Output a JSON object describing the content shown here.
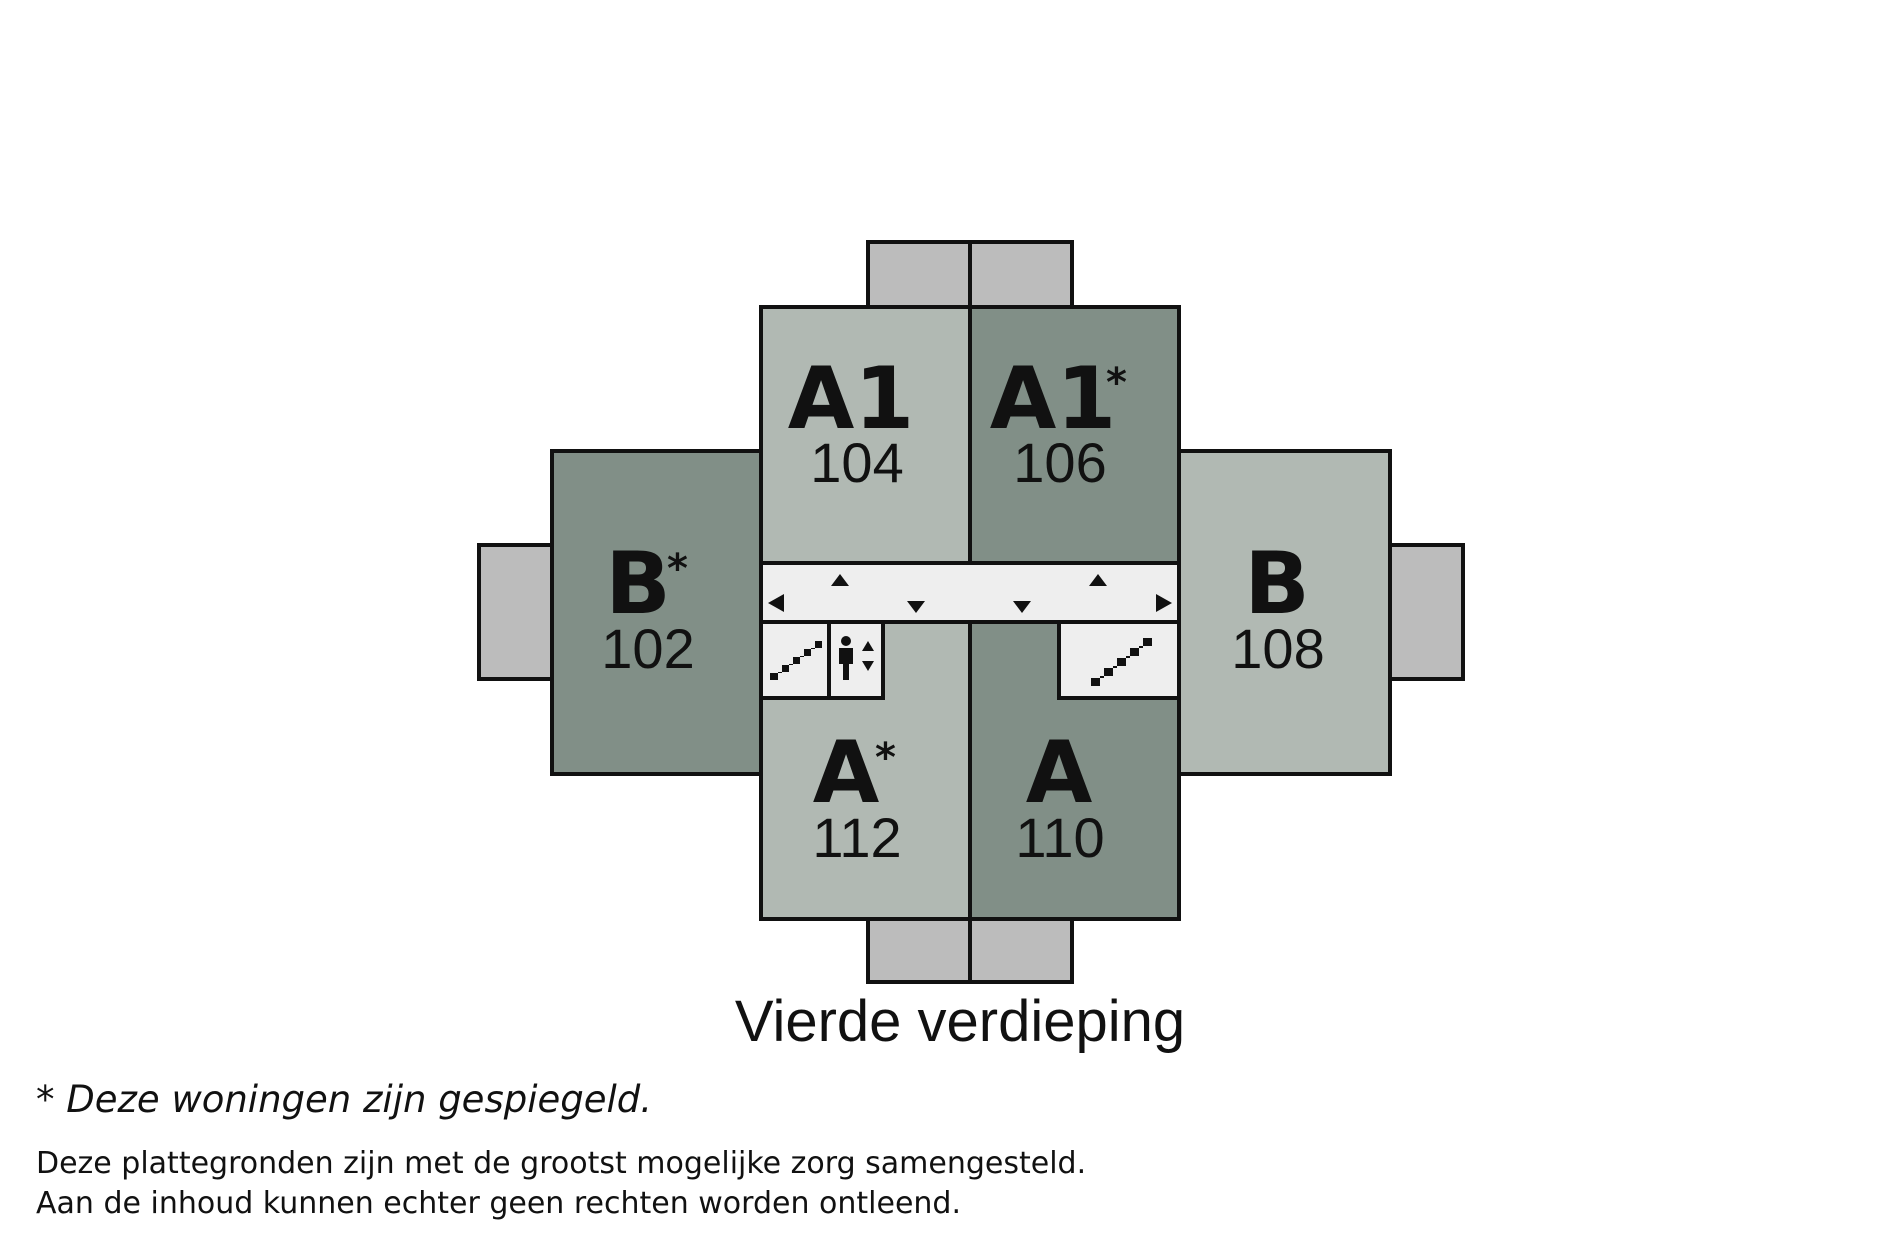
{
  "colors": {
    "light_unit": "#b1b9b3",
    "dark_unit": "#818f87",
    "balcony": "#bcbcbc",
    "corridor": "#eeeeee",
    "outline": "#111111"
  },
  "units": [
    {
      "type": "A1",
      "mirrored": false,
      "number": "104",
      "star": ""
    },
    {
      "type": "A1",
      "mirrored": true,
      "number": "106",
      "star": "*"
    },
    {
      "type": "B",
      "mirrored": true,
      "number": "102",
      "star": "*"
    },
    {
      "type": "B",
      "mirrored": false,
      "number": "108",
      "star": ""
    },
    {
      "type": "A",
      "mirrored": true,
      "number": "112",
      "star": "*"
    },
    {
      "type": "A",
      "mirrored": false,
      "number": "110",
      "star": ""
    }
  ],
  "icons": [
    "stairs-icon",
    "elevator-icon",
    "stairs-icon",
    "arrow-left-icon",
    "arrow-right-icon",
    "arrow-up-icon",
    "arrow-down-icon"
  ],
  "floor_title": "Vierde verdieping",
  "footnote": "* Deze woningen zijn gespiegeld.",
  "disclaimer": [
    "Deze plattegronden zijn met de grootst mogelijke zorg samengesteld.",
    "Aan de inhoud kunnen echter geen rechten worden ontleend."
  ]
}
